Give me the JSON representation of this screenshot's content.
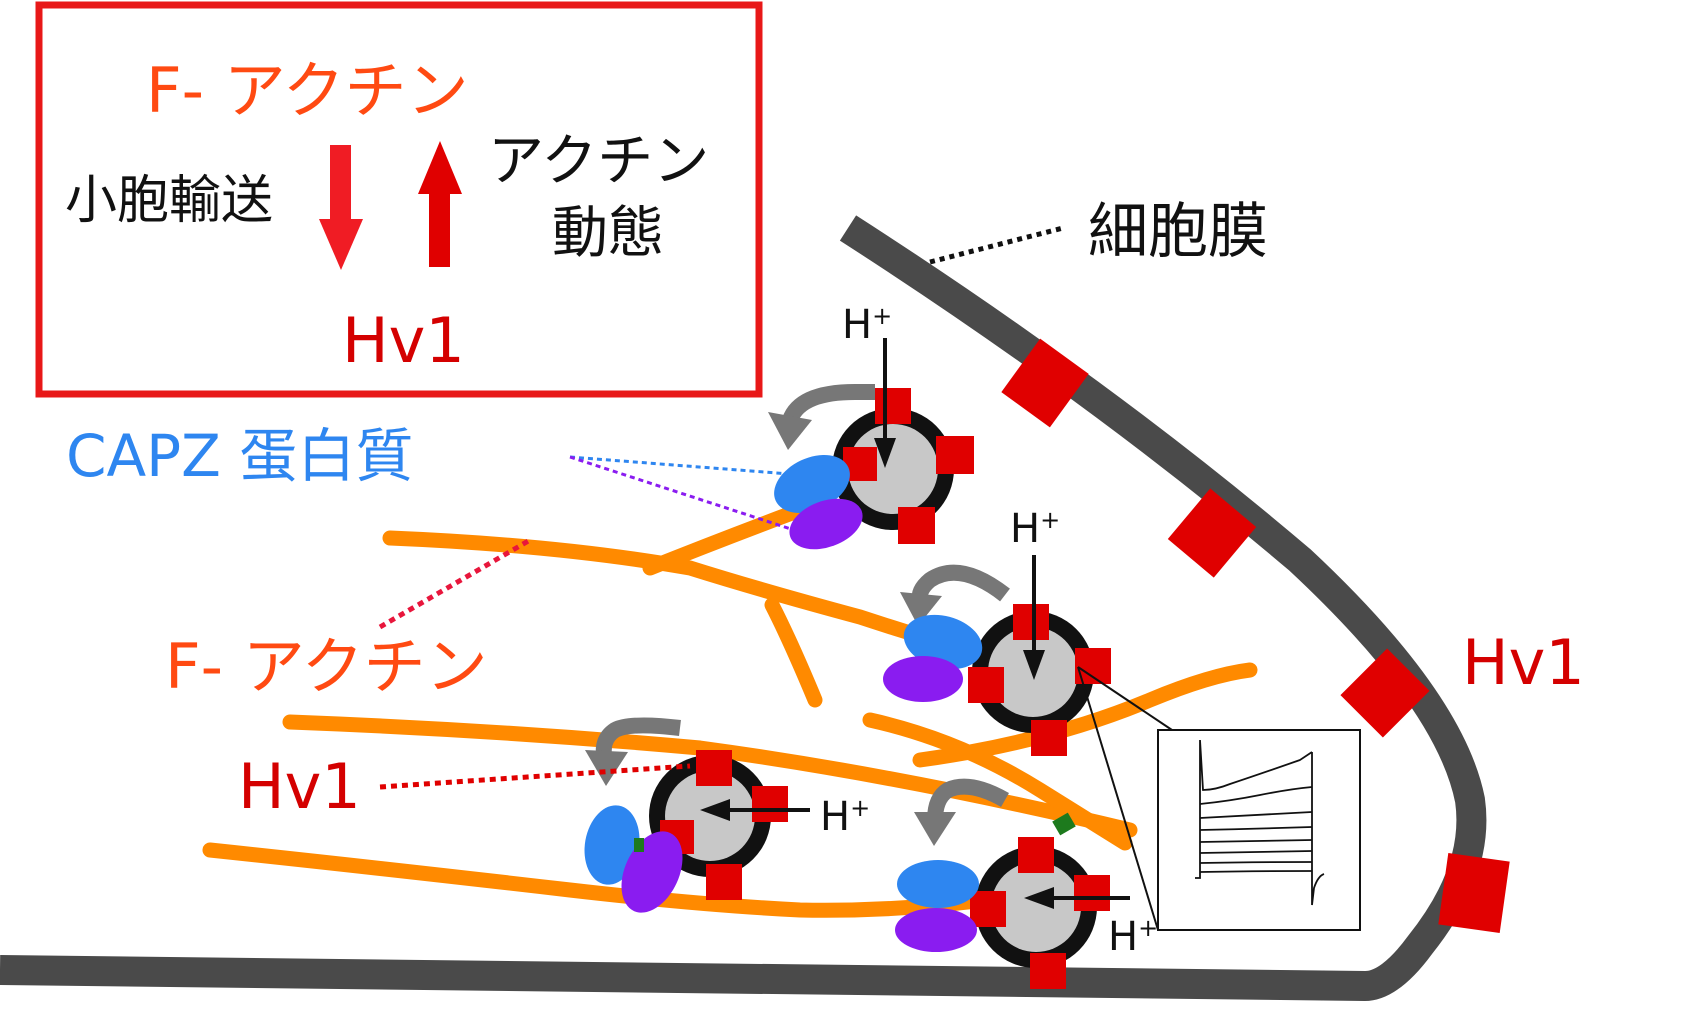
{
  "legend": {
    "title": "F- アクチン",
    "left_label": "小胞輸送",
    "right_label_line1": "アクチン",
    "right_label_line2": "動態",
    "bottom_label": "Hv1"
  },
  "labels": {
    "membrane": "細胞膜",
    "capz": "CAPZ 蛋白質",
    "factin": "F- アクチン",
    "hv1_left": "Hv1",
    "hv1_right": "Hv1",
    "proton": "H",
    "proton_charge": "+"
  },
  "colors": {
    "red_text": "#e8160c",
    "legend_border": "#e81818",
    "arrow_down": "#f01c24",
    "arrow_up": "#e00000",
    "capz_blue": "#2e86f0",
    "actin_orange": "#ff8a00",
    "membrane_gray": "#4a4a4a",
    "channel_red": "#e00000",
    "vesicle_gray": "#c8c8c8",
    "purple": "#8a1cf0"
  }
}
